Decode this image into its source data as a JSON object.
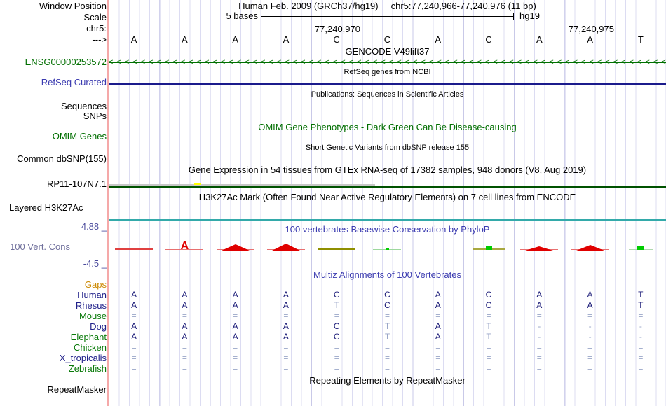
{
  "header": {
    "window_position_label": "Window Position",
    "scale_label": "Scale",
    "chrom_label": "chr5:",
    "strand_label": "--->",
    "assembly_title": "Human Feb. 2009 (GRCh37/hg19)",
    "range_title": "chr5:77,240,966-77,240,976 (11 bp)",
    "scale_value": "5 bases",
    "assembly_short": "hg19",
    "coord_left": "77,240,970",
    "coord_right": "77,240,975"
  },
  "sequence": {
    "bases": [
      "A",
      "A",
      "A",
      "A",
      "C",
      "C",
      "A",
      "C",
      "A",
      "A",
      "T"
    ]
  },
  "tracks": {
    "gencode": {
      "title": "GENCODE V49lift37",
      "gene_id": "ENSG00000253572",
      "strand_arrows": "<<<<<<<<<<<<<<<<<<<<<<<<<<<<<<<<<<<<<<<<<<<<<<<<<<<<<<<<<<<<<<<<<<<<<<<<<<<<<<<<"
    },
    "refseq": {
      "title": "RefSeq genes from NCBI",
      "label": "RefSeq Curated"
    },
    "publications": {
      "title": "Publications: Sequences in Scientific Articles",
      "label_sequences": "Sequences",
      "label_snps": "SNPs"
    },
    "omim": {
      "title": "OMIM Gene Phenotypes - Dark Green Can Be Disease-causing",
      "label": "OMIM Genes"
    },
    "dbsnp": {
      "title": "Short Genetic Variants from dbSNP release 155",
      "label": "Common dbSNP(155)"
    },
    "gtex": {
      "title": "Gene Expression in 54 tissues from GTEx RNA-seq of 17382 samples, 948 donors (V8, Aug 2019)"
    },
    "coverage": {
      "label": "RP11-107N7.1"
    },
    "h3k27ac": {
      "title": "H3K27Ac Mark (Often Found Near Active Regulatory Elements) on 7 cell lines from ENCODE",
      "label": "Layered H3K27Ac"
    },
    "conservation": {
      "title": "100 vertebrates Basewise Conservation by PhyloP",
      "label": "100 Vert. Cons",
      "max_label": "4.88 _",
      "min_label": "-4.5 _",
      "marks": [
        {
          "col": 0,
          "type": "line",
          "w": 54,
          "h": 2,
          "color": "#e04040"
        },
        {
          "col": 1,
          "type": "line",
          "w": 54,
          "h": 1,
          "color": "#e87070"
        },
        {
          "col": 1,
          "type": "letter",
          "text": "A",
          "color": "#e00000"
        },
        {
          "col": 2,
          "type": "line",
          "w": 54,
          "h": 1,
          "color": "#e87070"
        },
        {
          "col": 2,
          "type": "hill",
          "w": 40,
          "h": 9,
          "color": "#e00000"
        },
        {
          "col": 3,
          "type": "line",
          "w": 54,
          "h": 1,
          "color": "#e87070"
        },
        {
          "col": 3,
          "type": "hill",
          "w": 40,
          "h": 10,
          "color": "#e00000"
        },
        {
          "col": 4,
          "type": "line",
          "w": 54,
          "h": 2,
          "color": "#8f8f00"
        },
        {
          "col": 5,
          "type": "line",
          "w": 40,
          "h": 1,
          "color": "#9ed89e"
        },
        {
          "col": 5,
          "type": "square",
          "w": 5,
          "h": 3,
          "color": "#00cc00"
        },
        {
          "col": 7,
          "type": "line",
          "w": 46,
          "h": 2,
          "color": "#a8a840"
        },
        {
          "col": 7,
          "type": "square",
          "w": 9,
          "h": 5,
          "color": "#00cc00"
        },
        {
          "col": 8,
          "type": "line",
          "w": 54,
          "h": 1,
          "color": "#e87070"
        },
        {
          "col": 8,
          "type": "hill",
          "w": 40,
          "h": 6,
          "color": "#e00000"
        },
        {
          "col": 9,
          "type": "line",
          "w": 54,
          "h": 1,
          "color": "#e87070"
        },
        {
          "col": 9,
          "type": "hill",
          "w": 40,
          "h": 8,
          "color": "#e00000"
        },
        {
          "col": 10,
          "type": "line",
          "w": 34,
          "h": 1,
          "color": "#b0d8b0"
        },
        {
          "col": 10,
          "type": "square",
          "w": 9,
          "h": 5,
          "color": "#00cc00"
        }
      ]
    },
    "alignment": {
      "title": "Multiz Alignments of 100 Vertebrates",
      "species": [
        {
          "label": "Gaps",
          "group": "orange",
          "cells": []
        },
        {
          "label": "Human",
          "group": "navy",
          "cells": [
            [
              "A",
              "d"
            ],
            [
              "A",
              "d"
            ],
            [
              "A",
              "d"
            ],
            [
              "A",
              "d"
            ],
            [
              "C",
              "d"
            ],
            [
              "C",
              "d"
            ],
            [
              "A",
              "d"
            ],
            [
              "C",
              "d"
            ],
            [
              "A",
              "d"
            ],
            [
              "A",
              "d"
            ],
            [
              "T",
              "d"
            ]
          ]
        },
        {
          "label": "Rhesus",
          "group": "navy",
          "cells": [
            [
              "A",
              "d"
            ],
            [
              "A",
              "d"
            ],
            [
              "A",
              "d"
            ],
            [
              "A",
              "d"
            ],
            [
              "T",
              "l"
            ],
            [
              "C",
              "d"
            ],
            [
              "A",
              "d"
            ],
            [
              "C",
              "d"
            ],
            [
              "A",
              "d"
            ],
            [
              "A",
              "d"
            ],
            [
              "T",
              "d"
            ]
          ]
        },
        {
          "label": "Mouse",
          "group": "green",
          "cells": [
            [
              "=",
              "l"
            ],
            [
              "=",
              "l"
            ],
            [
              "=",
              "l"
            ],
            [
              "=",
              "l"
            ],
            [
              "=",
              "l"
            ],
            [
              "=",
              "l"
            ],
            [
              "=",
              "l"
            ],
            [
              "=",
              "l"
            ],
            [
              "=",
              "l"
            ],
            [
              "=",
              "l"
            ],
            [
              "=",
              "l"
            ]
          ]
        },
        {
          "label": "Dog",
          "group": "navy",
          "cells": [
            [
              "A",
              "d"
            ],
            [
              "A",
              "d"
            ],
            [
              "A",
              "d"
            ],
            [
              "A",
              "d"
            ],
            [
              "C",
              "d"
            ],
            [
              "T",
              "l"
            ],
            [
              "A",
              "d"
            ],
            [
              "T",
              "l"
            ],
            [
              "-",
              "l"
            ],
            [
              "-",
              "l"
            ],
            [
              "-",
              "l"
            ]
          ]
        },
        {
          "label": "Elephant",
          "group": "green",
          "cells": [
            [
              "A",
              "d"
            ],
            [
              "A",
              "d"
            ],
            [
              "A",
              "d"
            ],
            [
              "A",
              "d"
            ],
            [
              "C",
              "d"
            ],
            [
              "T",
              "l"
            ],
            [
              "A",
              "d"
            ],
            [
              "T",
              "l"
            ],
            [
              "-",
              "l"
            ],
            [
              "-",
              "l"
            ],
            [
              "-",
              "l"
            ]
          ]
        },
        {
          "label": "Chicken",
          "group": "green",
          "cells": [
            [
              "=",
              "l"
            ],
            [
              "=",
              "l"
            ],
            [
              "=",
              "l"
            ],
            [
              "=",
              "l"
            ],
            [
              "=",
              "l"
            ],
            [
              "=",
              "l"
            ],
            [
              "=",
              "l"
            ],
            [
              "=",
              "l"
            ],
            [
              "=",
              "l"
            ],
            [
              "=",
              "l"
            ],
            [
              "=",
              "l"
            ]
          ]
        },
        {
          "label": "X_tropicalis",
          "group": "navy",
          "cells": [
            [
              "=",
              "l"
            ],
            [
              "=",
              "l"
            ],
            [
              "=",
              "l"
            ],
            [
              "=",
              "l"
            ],
            [
              "=",
              "l"
            ],
            [
              "=",
              "l"
            ],
            [
              "=",
              "l"
            ],
            [
              "=",
              "l"
            ],
            [
              "=",
              "l"
            ],
            [
              "=",
              "l"
            ],
            [
              "=",
              "l"
            ]
          ]
        },
        {
          "label": "Zebrafish",
          "group": "green",
          "cells": [
            [
              "=",
              "l"
            ],
            [
              "=",
              "l"
            ],
            [
              "=",
              "l"
            ],
            [
              "=",
              "l"
            ],
            [
              "=",
              "l"
            ],
            [
              "=",
              "l"
            ],
            [
              "=",
              "l"
            ],
            [
              "=",
              "l"
            ],
            [
              "=",
              "l"
            ],
            [
              "=",
              "l"
            ],
            [
              "=",
              "l"
            ]
          ]
        }
      ]
    },
    "repeatmasker": {
      "title": "Repeating Elements by RepeatMasker",
      "label": "RepeatMasker"
    }
  },
  "colors": {
    "gene_green": "#006e00",
    "track_blue": "#3b3bb0",
    "refseq_line": "#1b1b8c",
    "coverage_green": "#005200",
    "coverage_gray": "#c8c8c8",
    "coverage_yellow": "#ffff00",
    "h3k27ac_teal": "#33aaaa",
    "gaps_orange": "#cc8800",
    "species_navy": "#20208a",
    "species_green": "#0a7a0a",
    "base_dark": "#1b1b78",
    "base_light": "#9aa6c8"
  }
}
